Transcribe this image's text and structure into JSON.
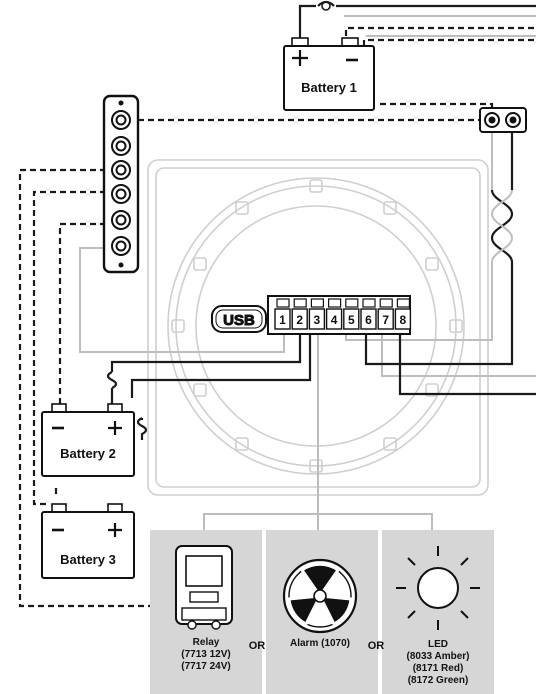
{
  "batteries": {
    "b1": "Battery 1",
    "b2": "Battery 2",
    "b3": "Battery 3"
  },
  "connector": {
    "usb_label": "USB",
    "pins": [
      "1",
      "2",
      "3",
      "4",
      "5",
      "6",
      "7",
      "8"
    ]
  },
  "devices": {
    "relay_name": "Relay",
    "relay_model_12v": "(7713 12V)",
    "relay_model_24v": "(7717 24V)",
    "alarm": "Alarm (1070)",
    "led_name": "LED",
    "led_amber": "(8033 Amber)",
    "led_red": "(8171 Red)",
    "led_green": "(8172 Green)",
    "or_1": "OR",
    "or_2": "OR"
  },
  "colors": {
    "wire_dark": "#1a1a1a",
    "wire_gray": "#bdbdbd",
    "panel_gray": "#d6d6d6"
  }
}
